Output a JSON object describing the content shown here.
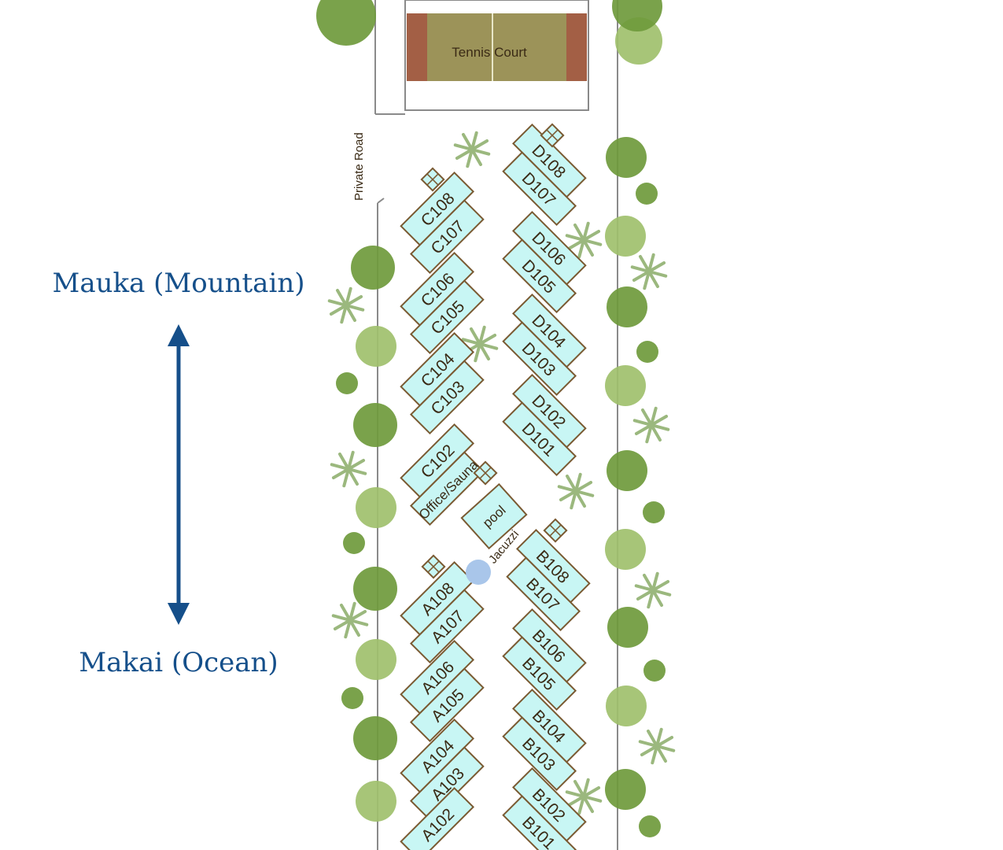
{
  "compass": {
    "top_label": "Mauka (Mountain)",
    "bottom_label": "Makai (Ocean)"
  },
  "map": {
    "tennis_court_label": "Tennis Court",
    "road_label": "Private Road",
    "pool_label": "pool",
    "jacuzzi_label": "Jacuzzi",
    "office_label": "Office/Sauna",
    "buildings": [
      {
        "id": "C-1",
        "units": [
          "C108",
          "C107"
        ],
        "column": "left"
      },
      {
        "id": "C-2",
        "units": [
          "C106",
          "C105"
        ],
        "column": "left"
      },
      {
        "id": "C-3",
        "units": [
          "C104",
          "C103"
        ],
        "column": "left"
      },
      {
        "id": "C-4",
        "units": [
          "C102",
          "Office/Sauna"
        ],
        "column": "left"
      },
      {
        "id": "D-1",
        "units": [
          "D108",
          "D107"
        ],
        "column": "right"
      },
      {
        "id": "D-2",
        "units": [
          "D106",
          "D105"
        ],
        "column": "right"
      },
      {
        "id": "D-3",
        "units": [
          "D104",
          "D103"
        ],
        "column": "right"
      },
      {
        "id": "D-4",
        "units": [
          "D102",
          "D101"
        ],
        "column": "right"
      },
      {
        "id": "A-1",
        "units": [
          "A108",
          "A107"
        ],
        "column": "left"
      },
      {
        "id": "A-2",
        "units": [
          "A106",
          "A105"
        ],
        "column": "left"
      },
      {
        "id": "A-3",
        "units": [
          "A104",
          "A103"
        ],
        "column": "left"
      },
      {
        "id": "A-4",
        "units": [
          "A102"
        ],
        "column": "left"
      },
      {
        "id": "B-1",
        "units": [
          "B108",
          "B107"
        ],
        "column": "right"
      },
      {
        "id": "B-2",
        "units": [
          "B106",
          "B105"
        ],
        "column": "right"
      },
      {
        "id": "B-3",
        "units": [
          "B104",
          "B103"
        ],
        "column": "right"
      },
      {
        "id": "B-4",
        "units": [
          "B102",
          "B101"
        ],
        "column": "right"
      }
    ]
  },
  "colors": {
    "compass": "#154f8a",
    "building_fill": "#c8f6f4",
    "building_stroke": "#7a5a32",
    "tree_dark": "#6f9a3c",
    "tree_light": "#9fc06c",
    "court_fill": "#9c9359",
    "court_end": "#a35f45",
    "jacuzzi": "#a9c6ea"
  }
}
